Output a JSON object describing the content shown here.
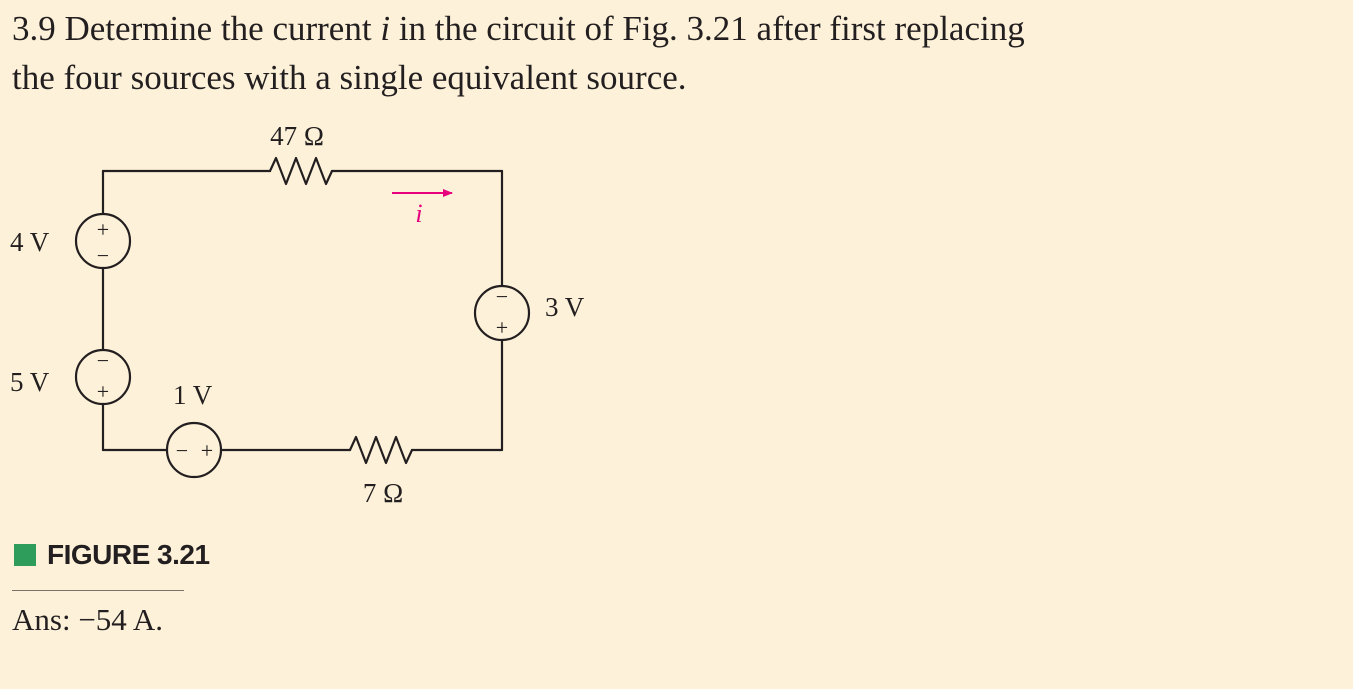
{
  "problem": {
    "number": "3.9",
    "text_before_var": " Determine the current ",
    "variable": "i",
    "text_after_var": " in the circuit of Fig. 3.21 after first replacing",
    "line2": "the four sources with a single equivalent source."
  },
  "circuit": {
    "resistor_top_label": "47 Ω",
    "resistor_bottom_label": "7 Ω",
    "source_left_top_label": "4 V",
    "source_left_bottom_label": "5 V",
    "source_bottom_label": "1 V",
    "source_right_label": "3 V",
    "current_label": "i",
    "plus_sign": "+",
    "minus_sign": "−",
    "colors": {
      "wire": "#231f20",
      "current_arrow": "#e6007e",
      "background": "#fdf2d9",
      "figure_marker": "#2e9d5c"
    }
  },
  "figure": {
    "caption": "FIGURE 3.21"
  },
  "answer": {
    "text": "Ans: −54 A."
  }
}
